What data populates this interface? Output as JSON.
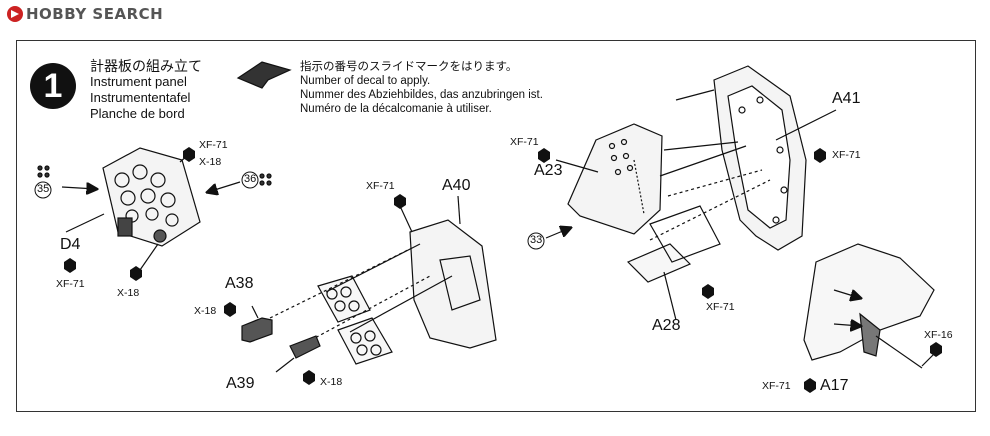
{
  "watermark": {
    "brand_text": "HOBBY SEARCH"
  },
  "step": {
    "number": "1",
    "title_jp": "計器板の組み立て",
    "title_en": "Instrument panel",
    "title_de": "Instrumententafel",
    "title_fr": "Planche de bord"
  },
  "decal_instruction": {
    "jp": "指示の番号のスライドマークをはります。",
    "en": "Number of decal to apply.",
    "de": "Nummer des Abziehbildes, das anzubringen ist.",
    "fr": "Numéro de la décalcomanie à utiliser."
  },
  "parts": {
    "d4": "D4",
    "a38": "A38",
    "a39": "A39",
    "a40": "A40",
    "a23": "A23",
    "a41": "A41",
    "a28": "A28",
    "a17": "A17"
  },
  "paints": {
    "xf71_a": "XF-71",
    "x18_a": "X-18",
    "xf71_d4": "XF-71",
    "x18_b": "X-18",
    "xf71_a40": "XF-71",
    "x18_a38": "X-18",
    "x18_a39": "X-18",
    "xf71_a23": "XF-71",
    "xf71_a41": "XF-71",
    "xf71_a28": "XF-71",
    "xf16": "XF-16",
    "xf71_a17": "XF-71"
  },
  "decals": {
    "d35": "35",
    "d36": "36",
    "d33": "33"
  },
  "colors": {
    "ink": "#111111",
    "watermark_red": "#cc2222",
    "watermark_gray": "#555555"
  }
}
